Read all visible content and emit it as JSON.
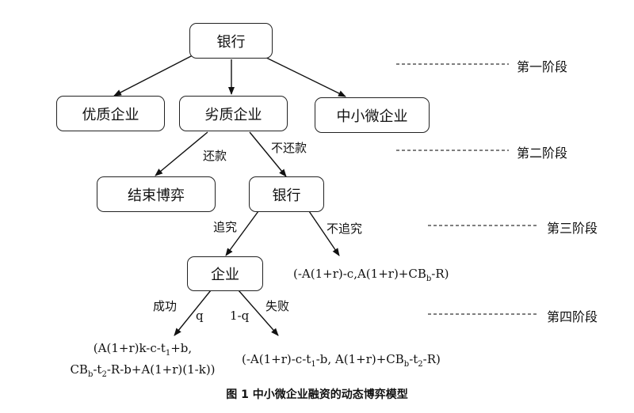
{
  "nodes": {
    "bank_root": "银行",
    "good_firm": "优质企业",
    "bad_firm": "劣质企业",
    "sme": "中小微企业",
    "end_game": "结束博弈",
    "bank_second": "银行",
    "firm": "企业"
  },
  "edge_labels": {
    "repay": "还款",
    "no_repay": "不还款",
    "pursue": "追究",
    "no_pursue": "不追究",
    "success": "成功",
    "fail": "失败",
    "q": "q",
    "one_minus_q": "1-q"
  },
  "stages": [
    "第一阶段",
    "第二阶段",
    "第三阶段",
    "第四阶段"
  ],
  "payoffs": {
    "no_pursue": "(-A(1+r)-c,A(1+r)+CBb-R)",
    "success_line1": "(A(1+r)k-c-t1+b,",
    "success_line2": "CBb-t2-R-b+A(1+r)(1-k))",
    "fail": "(-A(1+r)-c-t1-b, A(1+r)+CBb-t2-R)"
  },
  "caption": "图 1  中小微企业融资的动态博弈模型"
}
